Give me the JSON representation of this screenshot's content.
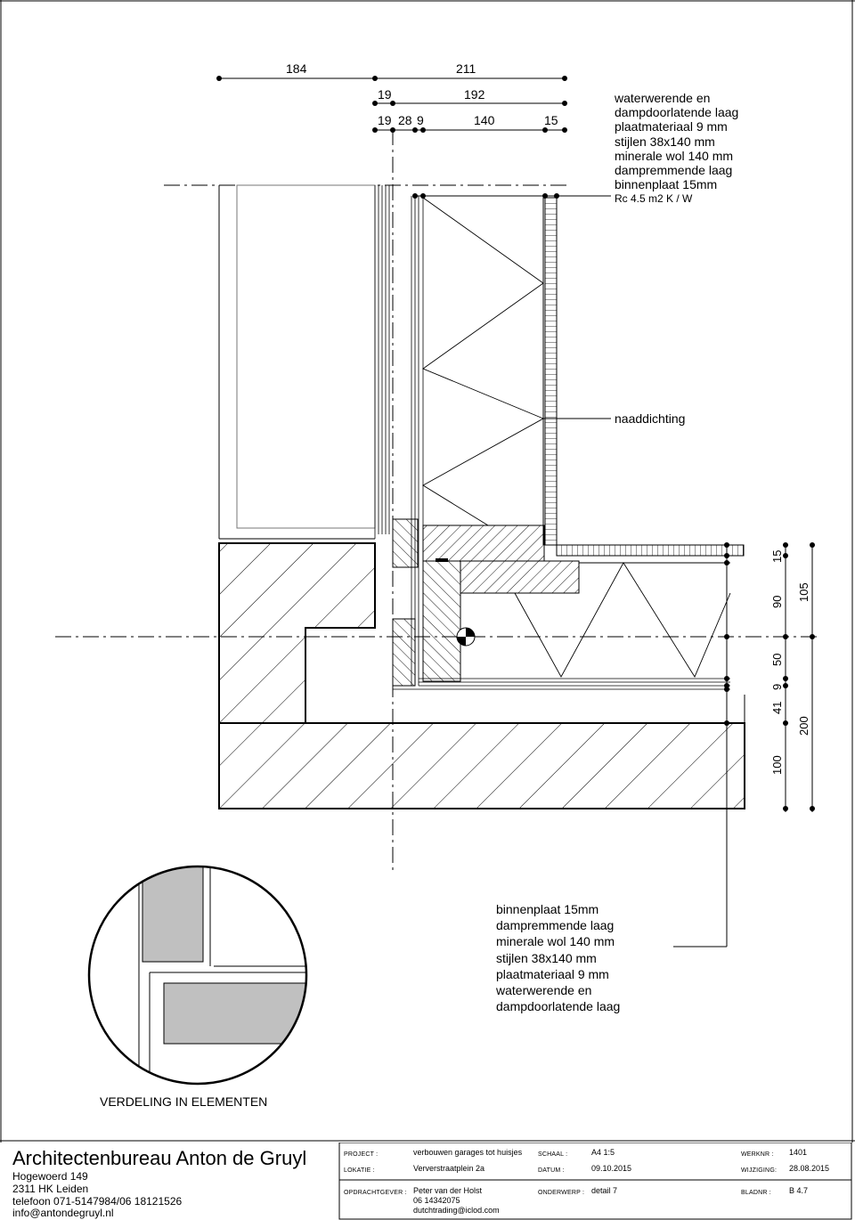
{
  "dimensions": {
    "top_row1": [
      "184",
      "211"
    ],
    "top_row2": [
      "19",
      "192"
    ],
    "top_row3": [
      "19",
      "28",
      "9",
      "140",
      "15"
    ],
    "right_col1": [
      "15",
      "90",
      "50",
      "9",
      "41",
      "100"
    ],
    "right_col2": [
      "105",
      "200"
    ]
  },
  "wall_legend": {
    "lines": [
      "waterwerende en",
      "dampdoorlatende laag",
      "plaatmateriaal 9 mm",
      "stijlen 38x140 mm",
      "minerale wol 140 mm",
      "dampremmende laag",
      "binnenplaat 15mm"
    ],
    "rc": "Rc 4.5 m2 K / W"
  },
  "joint_label": "naaddichting",
  "floor_legend": {
    "lines": [
      "binnenplaat 15mm",
      "dampremmende laag",
      "minerale wol 140 mm",
      "stijlen 38x140 mm",
      "plaatmateriaal 9 mm",
      "waterwerende en",
      "dampdoorlatende laag"
    ]
  },
  "circle_caption": "VERDELING IN ELEMENTEN",
  "title_block": {
    "firm": "Architectenbureau Anton de Gruyl",
    "address": [
      "Hogewoerd 149",
      "2311 HK Leiden",
      "telefoon 071-5147984/06 18121526",
      "info@antondegruyl.nl"
    ],
    "fields": {
      "project_label": "PROJECT :",
      "project": "verbouwen garages tot huisjes",
      "location_label": "LOKATIE :",
      "location": "Ververstraatplein 2a",
      "client_label": "OPDRACHTGEVER :",
      "client": [
        "Peter van der Holst",
        "06 14342075",
        "dutchtrading@iclod.com"
      ],
      "scale_label": "SCHAAL :",
      "scale": "A4 1:5",
      "date_label": "DATUM :",
      "date": "09.10.2015",
      "subject_label": "ONDERWERP :",
      "subject": "detail 7",
      "workno_label": "WERKNR :",
      "workno": "1401",
      "change_label": "WIJZIGING:",
      "change": "28.08.2015",
      "sheet_label": "BLADNR :",
      "sheet": "B 4.7"
    }
  }
}
